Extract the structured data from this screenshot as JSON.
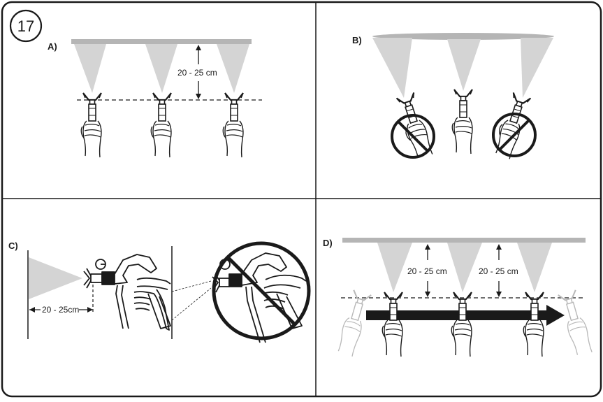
{
  "step_number": "17",
  "panels": {
    "a": {
      "label": "A)",
      "distance": "20 - 25 cm"
    },
    "b": {
      "label": "B)"
    },
    "c": {
      "label": "C)",
      "distance": "20 - 25cm"
    },
    "d": {
      "label": "D)",
      "distance_left": "20 - 25 cm",
      "distance_right": "20 - 25 cm"
    }
  },
  "colors": {
    "spray": "#d4d4d4",
    "surface": "#b5b5b5",
    "outline": "#1a1a1a",
    "arrow": "#1a1a1a",
    "ghost": "#b8b8b8"
  },
  "icons": {
    "prohibition": "no-entry-icon",
    "spray_gun": "spray-gun-icon"
  }
}
